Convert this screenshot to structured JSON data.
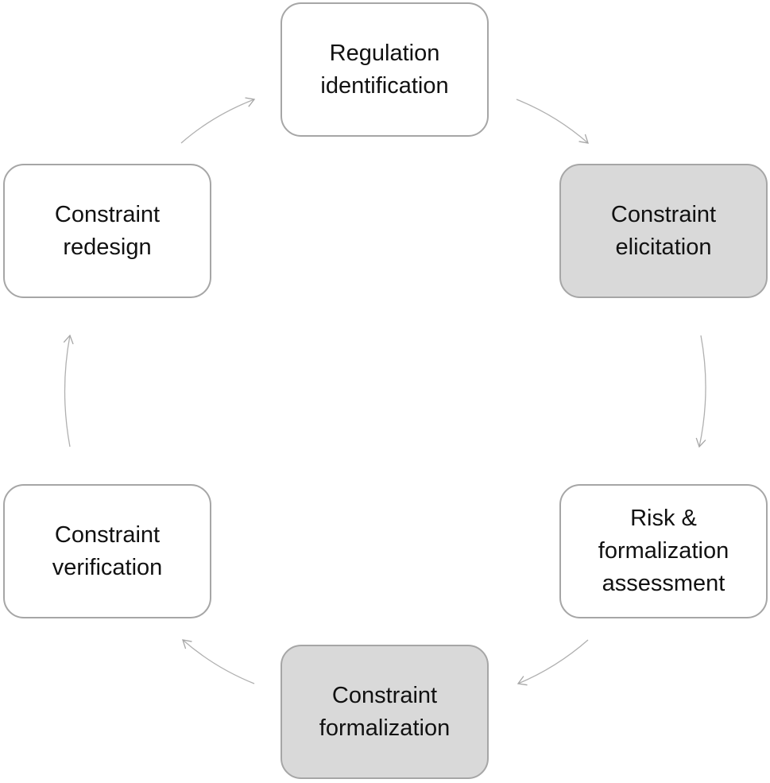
{
  "diagram": {
    "steps": [
      {
        "label": "Regulation identification",
        "highlighted": false
      },
      {
        "label": "Constraint elicitation",
        "highlighted": true
      },
      {
        "label": "Risk & formalization assessment",
        "highlighted": false
      },
      {
        "label": "Constraint formalization",
        "highlighted": true
      },
      {
        "label": "Constraint verification",
        "highlighted": false
      },
      {
        "label": "Constraint redesign",
        "highlighted": false
      }
    ],
    "colors": {
      "highlight_fill": "#d9d9d9",
      "border": "#a6a6a6",
      "arrow": "#a6a6a6"
    }
  }
}
